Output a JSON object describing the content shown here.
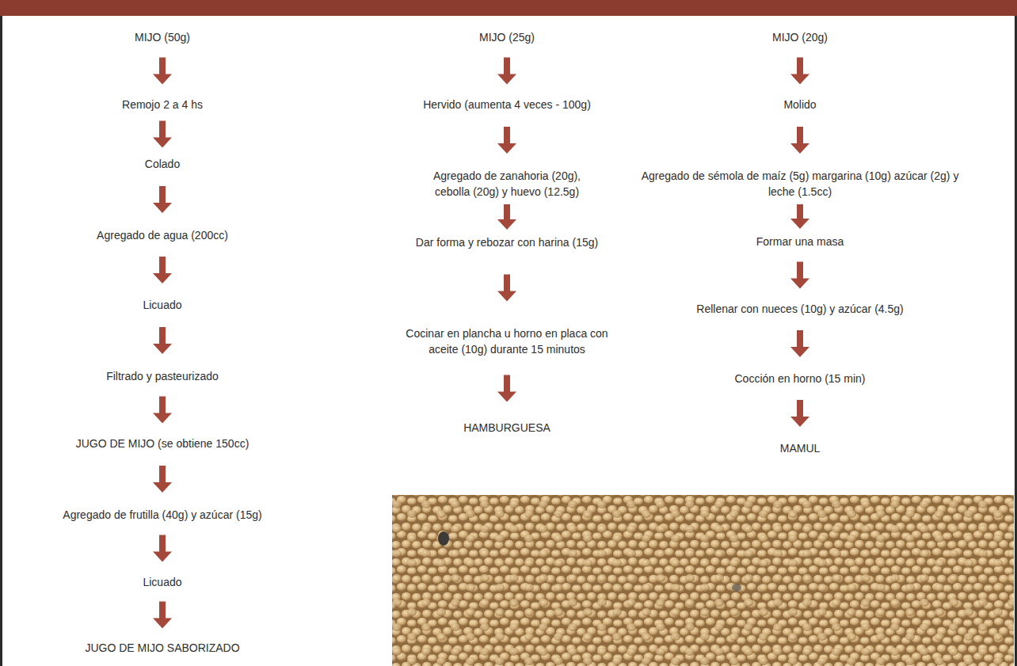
{
  "diagram": {
    "nodes": [
      {
        "text": [
          "MIJO (50g)"
        ]
      },
      {
        "text": [
          "Remojo 2 a 4 hs"
        ]
      },
      {
        "text": [
          "Colado"
        ]
      },
      {
        "text": [
          "Agregado de agua (200cc)"
        ]
      },
      {
        "text": [
          "Licuado"
        ]
      },
      {
        "text": [
          "Filtrado y pasteurizado"
        ]
      },
      {
        "text": [
          "JUGO DE MIJO (se obtiene 150cc)"
        ]
      },
      {
        "text": [
          "Agregado de frutilla (40g) y azúcar (15g)"
        ]
      },
      {
        "text": [
          "Licuado"
        ]
      },
      {
        "text": [
          "JUGO DE MIJO SABORIZADO"
        ]
      },
      {
        "text": [
          "MIJO (25g)"
        ]
      },
      {
        "text": [
          "Hervido (aumenta 4 veces - 100g)"
        ]
      },
      {
        "text": [
          "Agregado de zanahoria (20g), cebolla (20g) y huevo (12.5g)"
        ]
      },
      {
        "text": [
          "Dar forma y rebozar con harina (15g)"
        ]
      },
      {
        "text": [
          "Cocinar en plancha u horno en placa con aceite (10g) durante 15 minutos"
        ]
      },
      {
        "text": [
          "HAMBURGUESA"
        ]
      },
      {
        "text": [
          "MIJO (20g)"
        ]
      },
      {
        "text": [
          "Molido"
        ]
      },
      {
        "text": [
          "Agregado de sémola de maíz (5g) margarina (10g) azúcar (2g) y leche (1.5cc)"
        ]
      },
      {
        "text": [
          "Formar una masa"
        ]
      },
      {
        "text": [
          "Rellenar con nueces (10g) y azúcar (4.5g)"
        ]
      },
      {
        "text": [
          "Cocción en horno (15 min)"
        ]
      },
      {
        "text": [
          "MAMUL"
        ]
      }
    ],
    "edges": [
      {
        "from": 0,
        "to": 1,
        "arrow": "to"
      },
      {
        "from": 1,
        "to": 2,
        "arrow": "to"
      },
      {
        "from": 2,
        "to": 3,
        "arrow": "to"
      },
      {
        "from": 3,
        "to": 4,
        "arrow": "to"
      },
      {
        "from": 4,
        "to": 5,
        "arrow": "to"
      },
      {
        "from": 5,
        "to": 6,
        "arrow": "to"
      },
      {
        "from": 6,
        "to": 7,
        "arrow": "to"
      },
      {
        "from": 7,
        "to": 8,
        "arrow": "to"
      },
      {
        "from": 8,
        "to": 9,
        "arrow": "to"
      },
      {
        "from": 10,
        "to": 11,
        "arrow": "to"
      },
      {
        "from": 11,
        "to": 12,
        "arrow": "to"
      },
      {
        "from": 12,
        "to": 13,
        "arrow": "to"
      },
      {
        "from": 13,
        "to": 14,
        "arrow": "to"
      },
      {
        "from": 14,
        "to": 15,
        "arrow": "to"
      },
      {
        "from": 16,
        "to": 17,
        "arrow": "to"
      },
      {
        "from": 17,
        "to": 18,
        "arrow": "to"
      },
      {
        "from": 18,
        "to": 19,
        "arrow": "to"
      },
      {
        "from": 19,
        "to": 20,
        "arrow": "to"
      },
      {
        "from": 20,
        "to": 21,
        "arrow": "to"
      },
      {
        "from": 21,
        "to": 22,
        "arrow": "to"
      }
    ]
  }
}
